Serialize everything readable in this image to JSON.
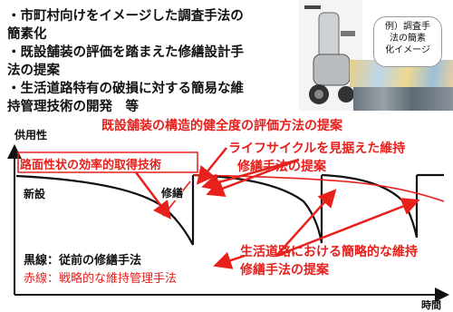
{
  "bullets": [
    {
      "line1": "・市町村向けをイメージした調査手法の",
      "line2": "簡素化"
    },
    {
      "line1": "・既設舗装の評価を踏まえた修繕設計手",
      "line2": "法の提案"
    },
    {
      "line1": "・生活道路特有の破損に対する簡易な維",
      "line2": "持管理技術の開発　等"
    }
  ],
  "callout": {
    "line1": "例）調査手",
    "line2": "法の簡素",
    "line3": "化イメージ"
  },
  "diagram": {
    "y_axis_label": "供用性",
    "x_axis_label": "時間",
    "new_label": "新設",
    "repair_label": "修繕",
    "legend_black": "黒線：従前の修繕手法",
    "legend_red": "赤線：戦略的な維持管理手法"
  },
  "annotations": {
    "structural_eval": "既設舗装の構造的健全度の評価方法の提案",
    "surface_efficient": "路面性状の効率的取得技術",
    "lifecycle_line1": "ライフサイクルを見据えた維持",
    "lifecycle_line2": "修繕手法の提案",
    "local_road_line1": "生活道路における簡略的な維持",
    "local_road_line2": "修繕手法の提案"
  },
  "colors": {
    "accent_red": "#e8201c",
    "black": "#111111"
  }
}
